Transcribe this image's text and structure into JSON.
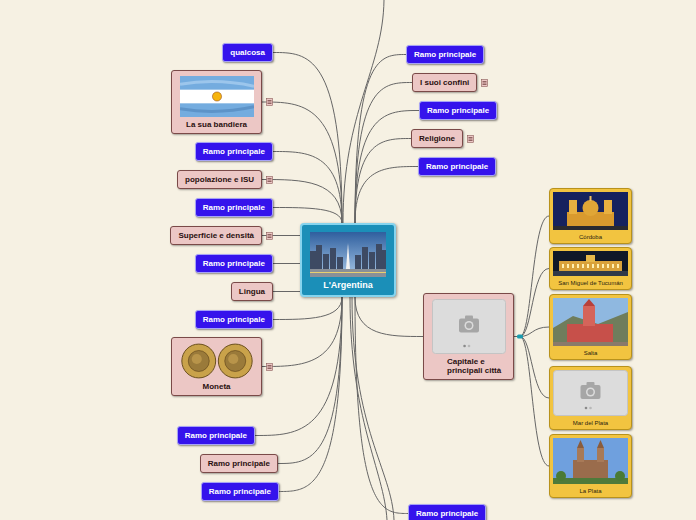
{
  "diagram": {
    "nodes": [
      {
        "text": [
          "L'Argentina"
        ]
      },
      {
        "text": [
          "qualcosa"
        ]
      },
      {
        "text": [
          "La sua bandiera"
        ]
      },
      {
        "text": [
          "Ramo principale"
        ]
      },
      {
        "text": [
          "popolazione e ISU"
        ]
      },
      {
        "text": [
          "Ramo principale"
        ]
      },
      {
        "text": [
          "Superficie e densità"
        ]
      },
      {
        "text": [
          "Ramo principale"
        ]
      },
      {
        "text": [
          "Lingua"
        ]
      },
      {
        "text": [
          "Ramo principale"
        ]
      },
      {
        "text": [
          "Moneta"
        ]
      },
      {
        "text": [
          "Ramo principale"
        ]
      },
      {
        "text": [
          "Ramo principale"
        ]
      },
      {
        "text": [
          "Ramo principale"
        ]
      },
      {
        "text": [
          "Ramo principale"
        ]
      },
      {
        "text": [
          "I suoi confini"
        ]
      },
      {
        "text": [
          "Ramo principale"
        ]
      },
      {
        "text": [
          "Religione"
        ]
      },
      {
        "text": [
          "Ramo principale"
        ]
      },
      {
        "text": [
          "Capitale e principali città"
        ]
      },
      {
        "text": [
          "Córdoba"
        ]
      },
      {
        "text": [
          "San Miguel de Tucumán"
        ]
      },
      {
        "text": [
          "Salta"
        ]
      },
      {
        "text": [
          "Mar del Plata"
        ]
      },
      {
        "text": [
          "La Plata"
        ]
      },
      {
        "text": [
          "Ramo principale"
        ]
      }
    ],
    "edges": [
      {
        "from": 0,
        "to": 1,
        "arrow": "none"
      },
      {
        "from": 0,
        "to": 2,
        "arrow": "none"
      },
      {
        "from": 0,
        "to": 3,
        "arrow": "none"
      },
      {
        "from": 0,
        "to": 4,
        "arrow": "none"
      },
      {
        "from": 0,
        "to": 5,
        "arrow": "none"
      },
      {
        "from": 0,
        "to": 6,
        "arrow": "none"
      },
      {
        "from": 0,
        "to": 7,
        "arrow": "none"
      },
      {
        "from": 0,
        "to": 8,
        "arrow": "none"
      },
      {
        "from": 0,
        "to": 9,
        "arrow": "none"
      },
      {
        "from": 0,
        "to": 10,
        "arrow": "none"
      },
      {
        "from": 0,
        "to": 11,
        "arrow": "none"
      },
      {
        "from": 0,
        "to": 12,
        "arrow": "none"
      },
      {
        "from": 0,
        "to": 13,
        "arrow": "none"
      },
      {
        "from": 0,
        "to": 14,
        "arrow": "none"
      },
      {
        "from": 0,
        "to": 15,
        "arrow": "none"
      },
      {
        "from": 0,
        "to": 16,
        "arrow": "none"
      },
      {
        "from": 0,
        "to": 17,
        "arrow": "none"
      },
      {
        "from": 0,
        "to": 18,
        "arrow": "none"
      },
      {
        "from": 0,
        "to": 19,
        "arrow": "none"
      },
      {
        "from": 0,
        "to": 25,
        "arrow": "none"
      },
      {
        "from": 19,
        "to": 20,
        "arrow": "none"
      },
      {
        "from": 19,
        "to": 21,
        "arrow": "none"
      },
      {
        "from": 19,
        "to": 22,
        "arrow": "none"
      },
      {
        "from": 19,
        "to": 23,
        "arrow": "none"
      },
      {
        "from": 19,
        "to": 24,
        "arrow": "none"
      }
    ]
  }
}
